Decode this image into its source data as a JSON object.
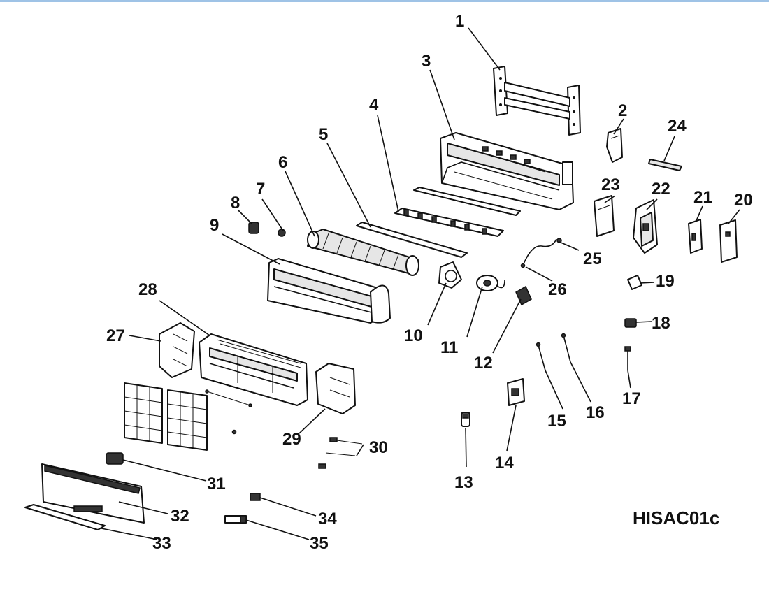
{
  "diagram": {
    "model_code": "HISAC01c",
    "callouts": [
      "1",
      "2",
      "3",
      "4",
      "5",
      "6",
      "7",
      "8",
      "9",
      "10",
      "11",
      "12",
      "13",
      "14",
      "15",
      "16",
      "17",
      "18",
      "19",
      "20",
      "21",
      "22",
      "23",
      "24",
      "25",
      "26",
      "27",
      "28",
      "29",
      "30",
      "31",
      "32",
      "33",
      "34",
      "35"
    ]
  }
}
